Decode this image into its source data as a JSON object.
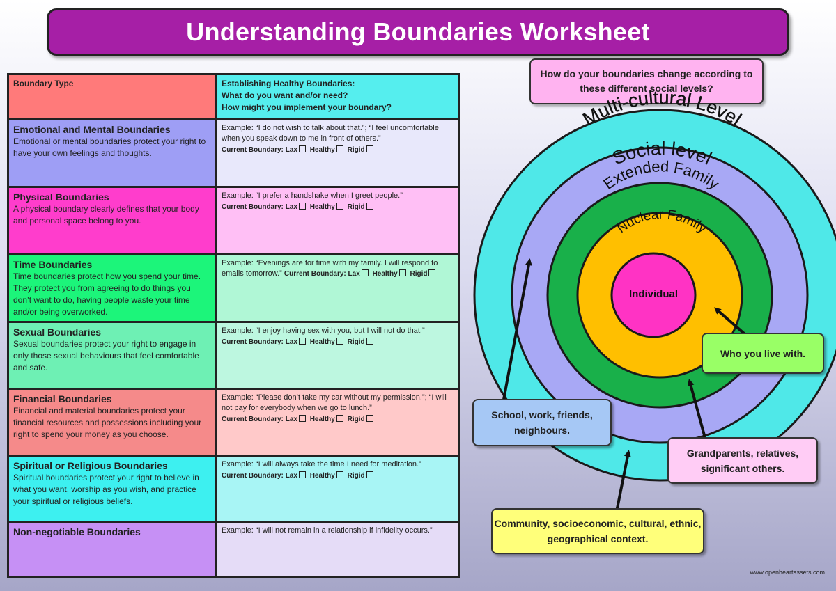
{
  "title": "Understanding Boundaries Worksheet",
  "table": {
    "header_left": "Boundary Type",
    "header_right": [
      "Establishing Healthy Boundaries:",
      "What do you want and/or need?",
      "How might you implement your boundary?"
    ],
    "current_boundary_label": "Current Boundary:",
    "options": [
      "Lax",
      "Healthy",
      "Rigid"
    ],
    "rows": [
      {
        "title": "Emotional and Mental Boundaries",
        "description": "Emotional or mental boundaries protect your right to have your own feelings and thoughts.",
        "example": "Example: “I do not wish to talk about that.”; “I feel uncomfortable when you speak down to me in front of others.”"
      },
      {
        "title": "Physical Boundaries",
        "description": "A physical boundary clearly defines that your body and personal space belong to you.",
        "example": "Example: “I prefer a handshake when I greet people.”"
      },
      {
        "title": "Time Boundaries",
        "description": "Time boundaries protect how you spend your time. They protect you from agreeing to do things you don’t want to do, having people waste your time and/or being overworked.",
        "example": "Example: “Evenings are for time with my family. I will respond to emails tomorrow.”"
      },
      {
        "title": "Sexual Boundaries",
        "description": "Sexual boundaries protect your right to engage in only those sexual behaviours that feel comfortable and safe.",
        "example": "Example: “I enjoy having sex with you, but I will not do that.”"
      },
      {
        "title": "Financial Boundaries",
        "description": "Financial and material boundaries protect your financial resources and possessions including your right to spend your money as you choose.",
        "example": "Example: “Please don’t take my car without my permission.”; “I will not pay for everybody when we go to lunch.”"
      },
      {
        "title": "Spiritual or Religious Boundaries",
        "description": "Spiritual boundaries protect your right to believe in what you want, worship as you wish, and practice your spiritual or religious beliefs.",
        "example": "Example: “I will always take the time I need for meditation.”"
      },
      {
        "title": "Non-negotiable Boundaries",
        "description": "",
        "example": "Example: “I will not remain in a relationship if infidelity occurs.”"
      }
    ]
  },
  "question": "How do your boundaries change according to these different social levels?",
  "levels": {
    "multicultural": "Multi-cultural Level",
    "social": "Social level",
    "extended": "Extended Family",
    "nuclear": "Nuclear Family",
    "individual": "Individual"
  },
  "callouts": {
    "who_live": "Who you live with.",
    "school": "School, work, friends, neighbours.",
    "grandparents": "Grandparents, relatives, significant others.",
    "community": "Community, socioeconomic, cultural, ethnic, geographical context."
  },
  "website": "www.openheartassets.com",
  "colors": {
    "title_bg": "#a61fa6",
    "ring_multicultural": "#4fe8e8",
    "ring_social": "#a8a8f5",
    "ring_extended": "#19b04a",
    "ring_nuclear": "#ffbf00",
    "ring_individual": "#ff33c4",
    "question_bg": "#ffb3f0",
    "who_live_bg": "#99ff66",
    "school_bg": "#a6c8f5",
    "grandparents_bg": "#ffccf5",
    "community_bg": "#ffff7a"
  }
}
